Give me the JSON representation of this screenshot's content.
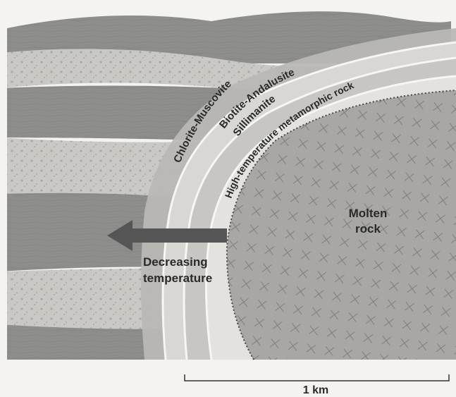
{
  "labels": {
    "zone_outer": "Chlorite-Muscovite",
    "zone_middle": "Biotite-Andalusite",
    "zone_inner": "Sillimanite",
    "zone_innermost": "High-temperature metamorphic rock",
    "molten_line1": "Molten",
    "molten_line2": "rock",
    "gradient_line1": "Decreasing",
    "gradient_line2": "temperature",
    "scale": "1 km"
  },
  "colors": {
    "background": "#f4f3f1",
    "shale": "#8d8d8b",
    "sandstone": "#c9c8c4",
    "zone_outer": "#b9b8b4",
    "zone_middle": "#d8d7d3",
    "zone_inner": "#c7c6c2",
    "zone_innermost": "#e3e2df",
    "molten": "#a8a7a4",
    "arrow": "#555555"
  }
}
